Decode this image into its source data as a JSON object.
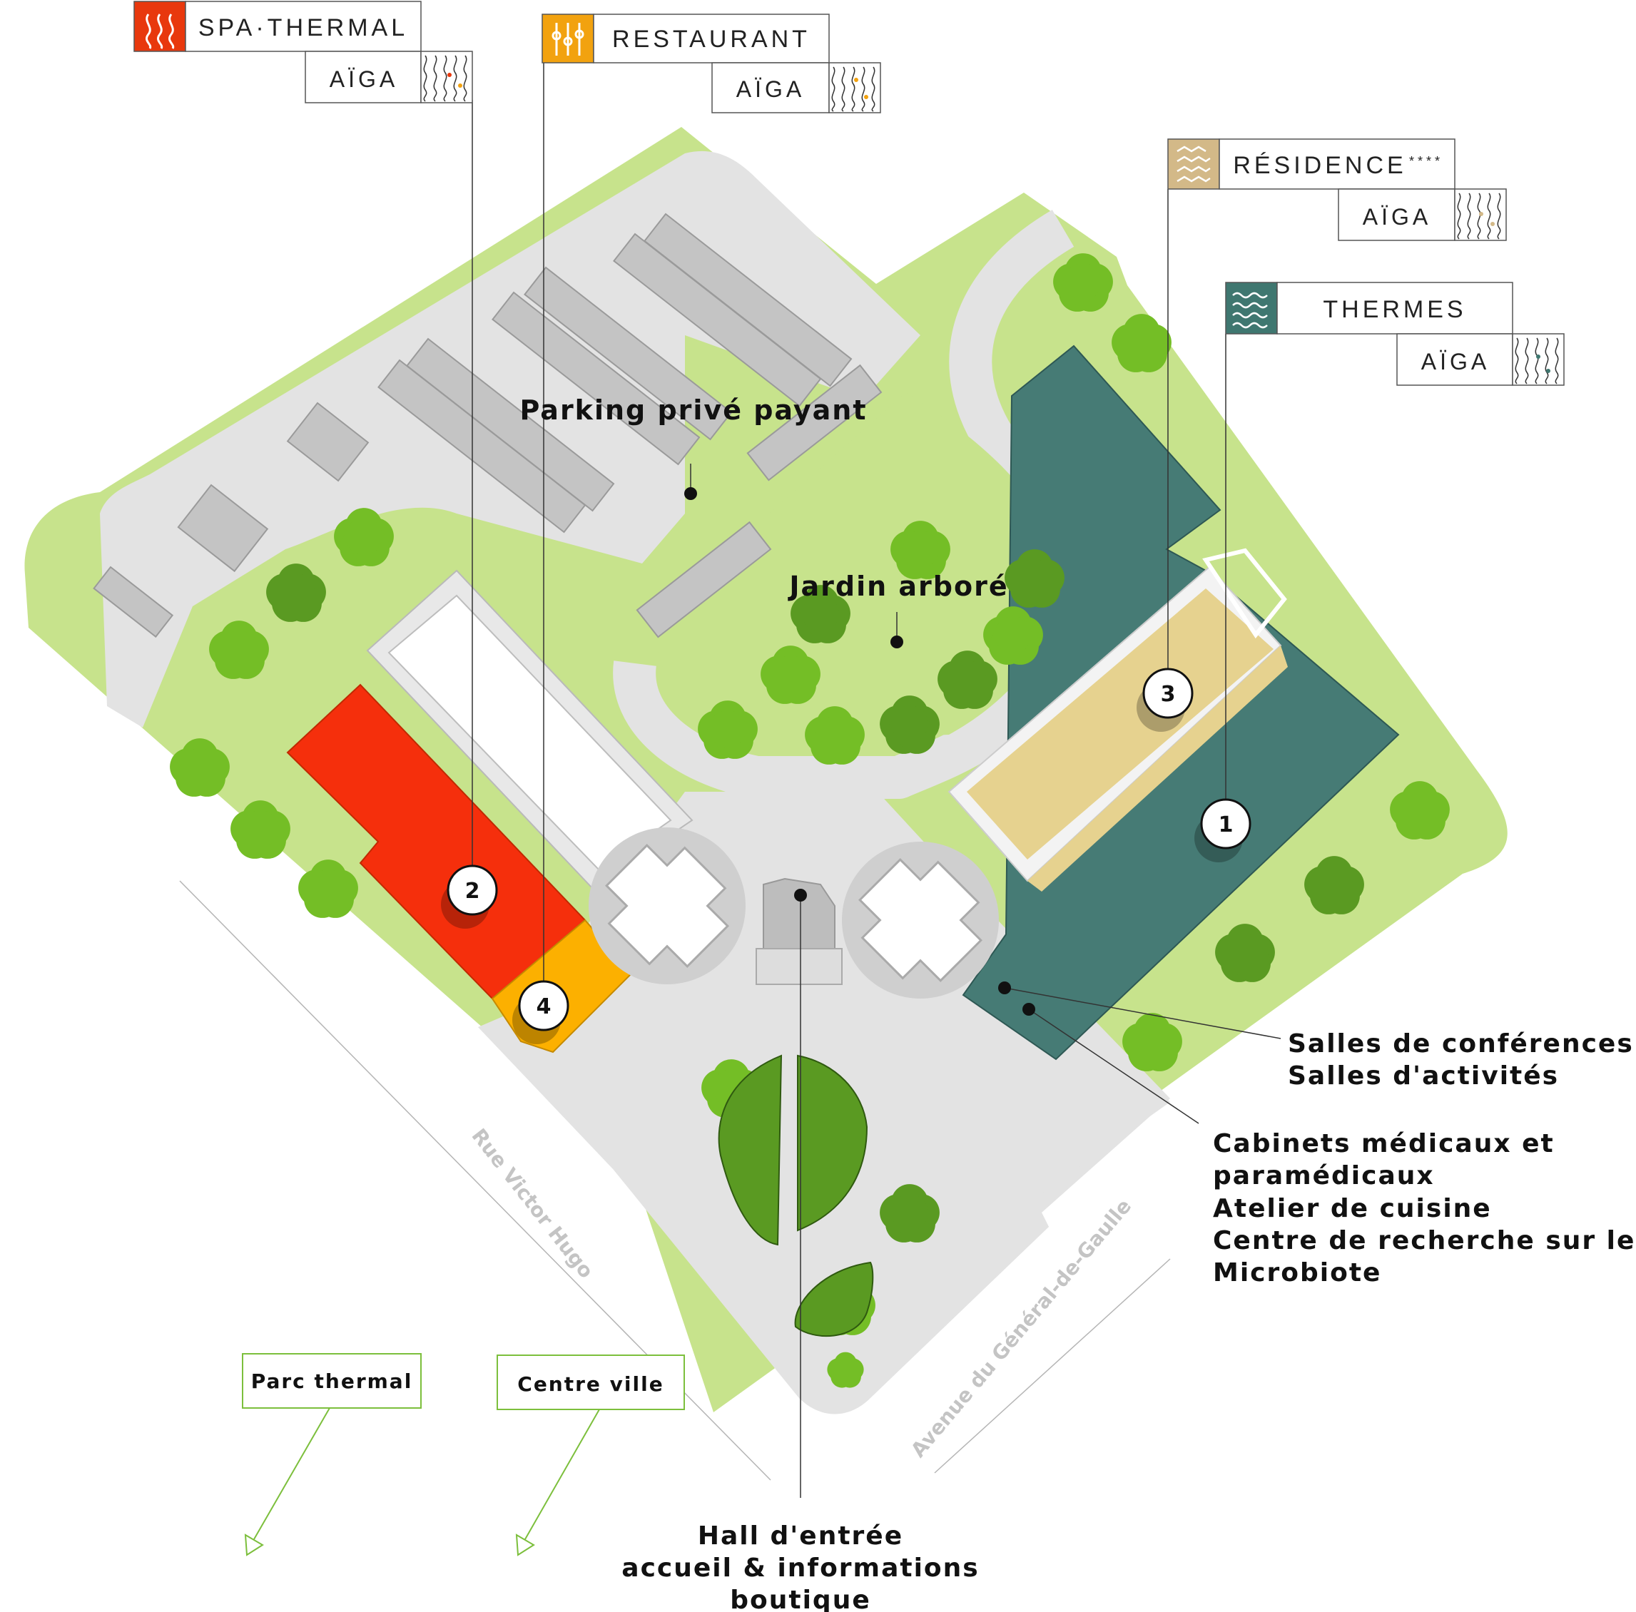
{
  "signs": {
    "spa": {
      "title": "SPA·THERMAL",
      "brand": "AÏGA",
      "color": "#e8380d",
      "icon": "steam-icon"
    },
    "restaurant": {
      "title": "RESTAURANT",
      "brand": "AÏGA",
      "color": "#f2a20f",
      "icon": "cutlery-icon"
    },
    "residence": {
      "title": "RÉSIDENCE",
      "stars": "****",
      "brand": "AÏGA",
      "color": "#d3b988",
      "icon": "waves-icon"
    },
    "thermes": {
      "title": "THERMES",
      "brand": "AÏGA",
      "color": "#3f7770",
      "icon": "water-waves-icon"
    }
  },
  "labels": {
    "parking": "Parking privé payant",
    "garden": "Jardin arboré",
    "conferences": [
      "Salles de conférences",
      "Salles d'activités"
    ],
    "medical": [
      "Cabinets médicaux et",
      "paramédicaux",
      "Atelier de cuisine",
      "Centre de recherche sur le",
      "Microbiote"
    ],
    "hall": [
      "Hall d'entrée",
      "accueil & informations",
      "boutique"
    ]
  },
  "markers": [
    "1",
    "2",
    "3",
    "4"
  ],
  "streets": {
    "rue": "Rue Victor Hugo",
    "avenue": "Avenue du Général-de-Gaulle"
  },
  "directions": {
    "parc": "Parc thermal",
    "centre": "Centre ville"
  },
  "colors": {
    "lawn": "#c7e38c",
    "paving": "#e3e3e3",
    "parking_spot": "#c4c4c4",
    "thermes_building": "#467b75",
    "residence_building": "#e6d28f",
    "spa_building": "#f52f0c",
    "restaurant_building": "#fcb000",
    "tree_light": "#74be26",
    "tree_dark": "#5a9a22"
  }
}
